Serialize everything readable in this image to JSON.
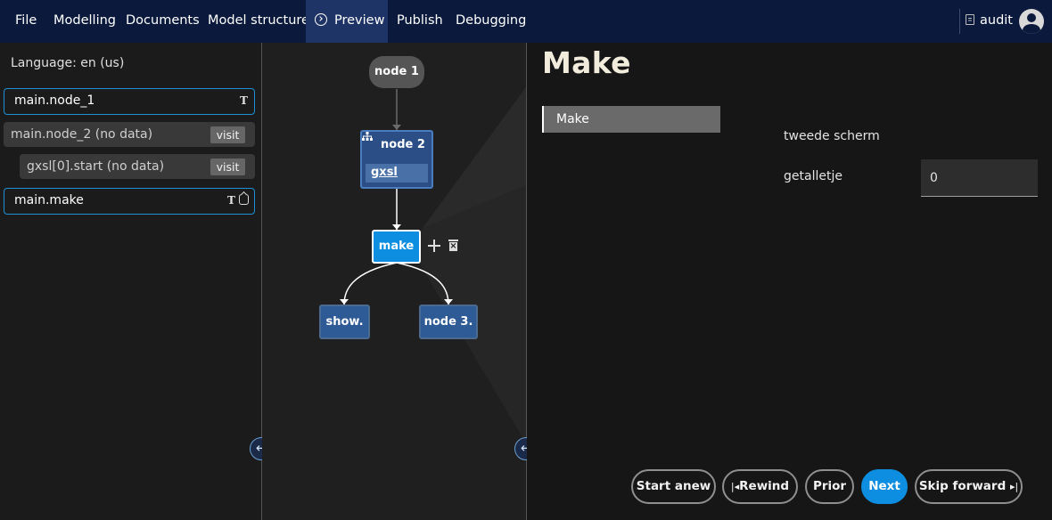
{
  "nav": {
    "menu": [
      "File",
      "Modelling",
      "Documents",
      "Model structure",
      "Preview",
      "Publish",
      "Debugging"
    ],
    "active": "Preview",
    "user": "audit"
  },
  "left_panel": {
    "language": "Language: en (us)",
    "rows": [
      {
        "label": "main.node_1",
        "style": "outlined",
        "icons": [
          "T"
        ]
      },
      {
        "label": "main.node_2 (no data)",
        "style": "filled",
        "action": "visit"
      },
      {
        "label": "gxsl[0].start (no data)",
        "style": "filled",
        "action": "visit"
      },
      {
        "label": "main.make",
        "style": "outlined",
        "icons": [
          "T",
          "edit"
        ]
      }
    ]
  },
  "graph": {
    "nodes": {
      "node1": "node 1",
      "node2": "node 2",
      "node2_sub": "gxsl",
      "make": "make",
      "show": "show.",
      "node3": "node 3."
    }
  },
  "preview": {
    "title": "Make",
    "tab": "Make",
    "subtitle": "tweede scherm",
    "field_label": "getalletje",
    "field_value": "0",
    "buttons": {
      "start_anew": "Start anew",
      "rewind": "Rewind",
      "prior": "Prior",
      "next": "Next",
      "skip_forward": "Skip forward"
    }
  }
}
